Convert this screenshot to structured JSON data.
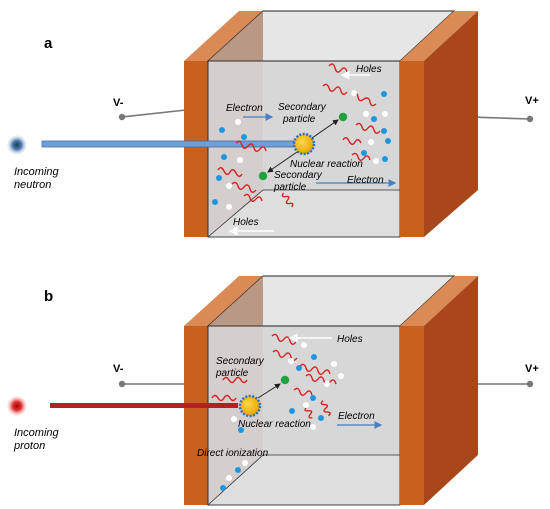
{
  "colors": {
    "electrode_front": "#c8601e",
    "electrode_side": "#a8481a",
    "electrode_top": "#d98a55",
    "box_fill": "#d9d9d9",
    "box_top": "#e6e6e6",
    "box_back": "#cfcfcf",
    "tinted_face": "#b08a74",
    "neutron_beam": "#6f9fd6",
    "proton_beam": "#b22222",
    "neutron": "#3a5f8a",
    "proton": "#d91e1e",
    "electron_dot": "#1f97e0",
    "hole_dot": "#ffffff",
    "reaction_core": "#f2b400",
    "secondary_dot": "#1fa13c",
    "wiggle": "#d92020",
    "arrow_blue": "#4a7fc0",
    "arrow_white": "#ffffff"
  },
  "panel_a": {
    "label": "a",
    "voltage_left": "V-",
    "voltage_right": "V+",
    "incoming_line1": "Incoming",
    "incoming_line2": "neutron",
    "electron_top": "Electron",
    "secondary_top_line1": "Secondary",
    "secondary_top_line2": "particle",
    "nuclear_reaction": "Nuclear reaction",
    "secondary_bottom_line1": "Secondary",
    "secondary_bottom_line2": "particle",
    "holes_top": "Holes",
    "electron_bottom": "Electron",
    "holes_bottom": "Holes"
  },
  "panel_b": {
    "label": "b",
    "voltage_left": "V-",
    "voltage_right": "V+",
    "incoming_line1": "Incoming",
    "incoming_line2": "proton",
    "holes": "Holes",
    "secondary_line1": "Secondary",
    "secondary_line2": "particle",
    "nuclear_reaction": "Nuclear reaction",
    "electron": "Electron",
    "direct_ionization": "Direct ionization"
  }
}
